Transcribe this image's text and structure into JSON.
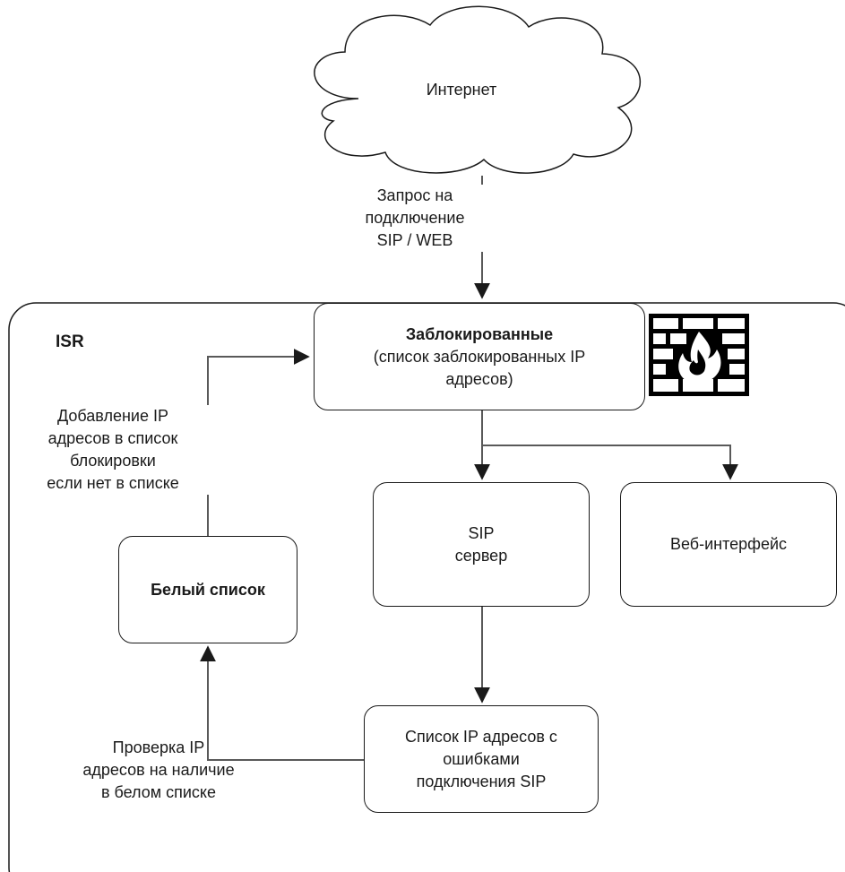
{
  "cloud": {
    "label": "Интернет"
  },
  "container": {
    "label": "ISR"
  },
  "boxes": {
    "blocked": {
      "title": "Заблокированные",
      "lines": [
        "(список заблокированных IP",
        "адресов)"
      ]
    },
    "sip_server": {
      "lines": [
        "SIP",
        "сервер"
      ]
    },
    "web_interface": {
      "label": "Веб-интерфейс"
    },
    "whitelist": {
      "label": "Белый список"
    },
    "error_list": {
      "lines": [
        "Список IP адресов с",
        "ошибками",
        "подключения SIP"
      ]
    }
  },
  "edge_labels": {
    "request": [
      "Запрос на",
      "подключение",
      "SIP / WEB"
    ],
    "add_to_blocklist": [
      "Добавление IP",
      "адресов в список",
      "блокировки",
      "если нет в списке"
    ],
    "check_whitelist": [
      "Проверка IP",
      "адресов на наличие",
      "в белом списке"
    ]
  },
  "icons": {
    "firewall": "firewall-icon"
  },
  "colors": {
    "stroke": "#1a1a1a",
    "edge": "#595959",
    "background": "#ffffff"
  }
}
